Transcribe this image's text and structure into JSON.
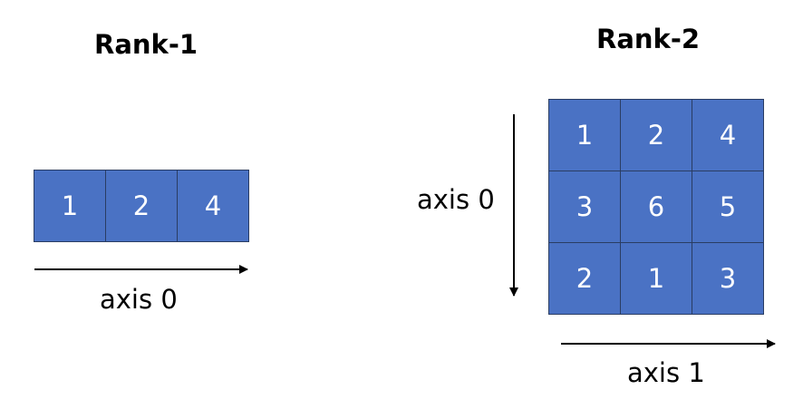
{
  "rank1": {
    "title": "Rank-1",
    "cells": [
      "1",
      "2",
      "4"
    ],
    "axis_label": "axis 0"
  },
  "rank2": {
    "title": "Rank-2",
    "rows": [
      [
        "1",
        "2",
        "4"
      ],
      [
        "3",
        "6",
        "5"
      ],
      [
        "2",
        "1",
        "3"
      ]
    ],
    "axis0_label": "axis 0",
    "axis1_label": "axis 1"
  },
  "colors": {
    "cell_fill": "#4a72c4",
    "cell_border": "#2a3d63",
    "text_on_cell": "#ffffff",
    "arrow": "#000000"
  }
}
